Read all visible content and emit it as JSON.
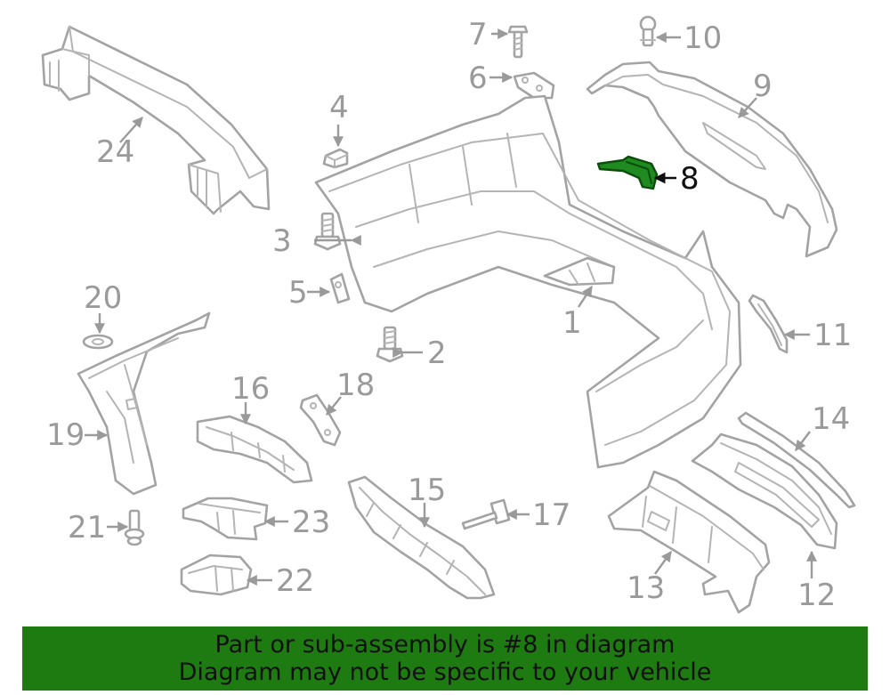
{
  "diagram": {
    "callouts": [
      "1",
      "2",
      "3",
      "4",
      "5",
      "6",
      "7",
      "8",
      "9",
      "10",
      "11",
      "12",
      "13",
      "14",
      "15",
      "16",
      "17",
      "18",
      "19",
      "20",
      "21",
      "22",
      "23",
      "24"
    ],
    "highlighted_part": "8",
    "colors": {
      "highlight": "#1f8a1f",
      "line": "#a3a3a3",
      "banner": "#1e7b12"
    }
  },
  "banner": {
    "line1": "Part or sub-assembly is #8 in diagram",
    "line2": "Diagram may not be specific to your vehicle"
  }
}
